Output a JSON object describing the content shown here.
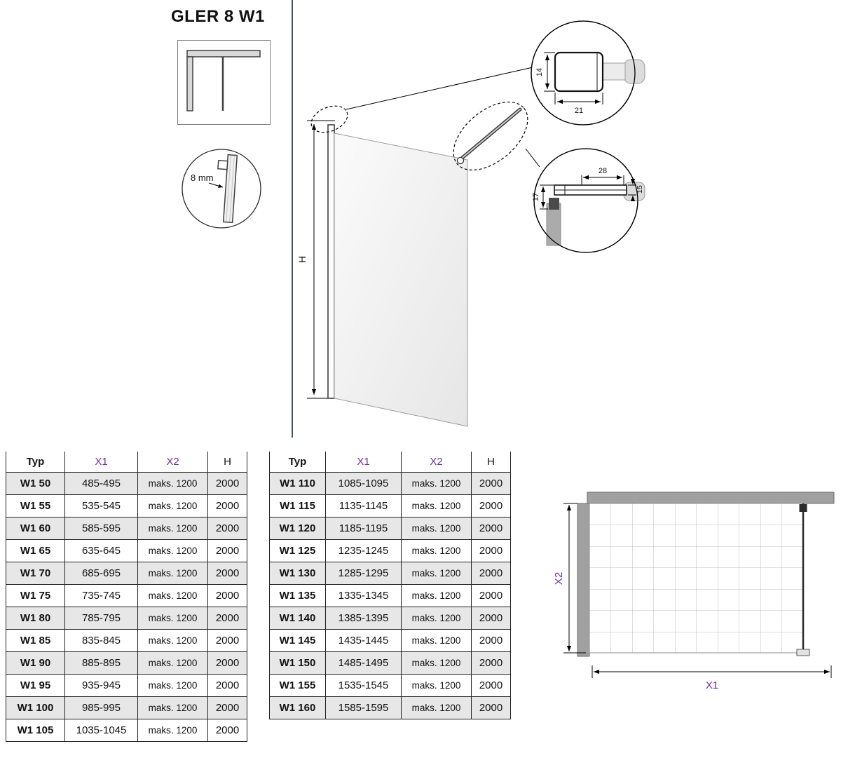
{
  "title": "GLER 8 W1",
  "diagram": {
    "height_label": "H",
    "glass_thickness_label": "8 mm",
    "profile_detail": {
      "height": "14",
      "width": "21"
    },
    "bar_detail": {
      "length": "28",
      "drop": "17",
      "thickness": "15"
    }
  },
  "plan": {
    "x1_label": "X1",
    "x2_label": "X2"
  },
  "tables": [
    {
      "headers": [
        "Typ",
        "X1",
        "X2",
        "H"
      ],
      "rows": [
        [
          "W1 50",
          "485-495",
          "maks. 1200",
          "2000"
        ],
        [
          "W1 55",
          "535-545",
          "maks. 1200",
          "2000"
        ],
        [
          "W1 60",
          "585-595",
          "maks. 1200",
          "2000"
        ],
        [
          "W1 65",
          "635-645",
          "maks. 1200",
          "2000"
        ],
        [
          "W1 70",
          "685-695",
          "maks. 1200",
          "2000"
        ],
        [
          "W1 75",
          "735-745",
          "maks. 1200",
          "2000"
        ],
        [
          "W1 80",
          "785-795",
          "maks. 1200",
          "2000"
        ],
        [
          "W1 85",
          "835-845",
          "maks. 1200",
          "2000"
        ],
        [
          "W1 90",
          "885-895",
          "maks. 1200",
          "2000"
        ],
        [
          "W1 95",
          "935-945",
          "maks. 1200",
          "2000"
        ],
        [
          "W1 100",
          "985-995",
          "maks. 1200",
          "2000"
        ],
        [
          "W1 105",
          "1035-1045",
          "maks. 1200",
          "2000"
        ]
      ]
    },
    {
      "headers": [
        "Typ",
        "X1",
        "X2",
        "H"
      ],
      "rows": [
        [
          "W1 110",
          "1085-1095",
          "maks. 1200",
          "2000"
        ],
        [
          "W1 115",
          "1135-1145",
          "maks. 1200",
          "2000"
        ],
        [
          "W1 120",
          "1185-1195",
          "maks. 1200",
          "2000"
        ],
        [
          "W1 125",
          "1235-1245",
          "maks. 1200",
          "2000"
        ],
        [
          "W1 130",
          "1285-1295",
          "maks. 1200",
          "2000"
        ],
        [
          "W1 135",
          "1335-1345",
          "maks. 1200",
          "2000"
        ],
        [
          "W1 140",
          "1385-1395",
          "maks. 1200",
          "2000"
        ],
        [
          "W1 145",
          "1435-1445",
          "maks. 1200",
          "2000"
        ],
        [
          "W1 150",
          "1485-1495",
          "maks. 1200",
          "2000"
        ],
        [
          "W1 155",
          "1535-1545",
          "maks. 1200",
          "2000"
        ],
        [
          "W1 160",
          "1585-1595",
          "maks. 1200",
          "2000"
        ]
      ]
    }
  ],
  "colors": {
    "accent_purple": "#7030a0",
    "row_shade": "#e7e7e7",
    "wall_gray": "#a0a0a0",
    "divider": "#44546a"
  }
}
